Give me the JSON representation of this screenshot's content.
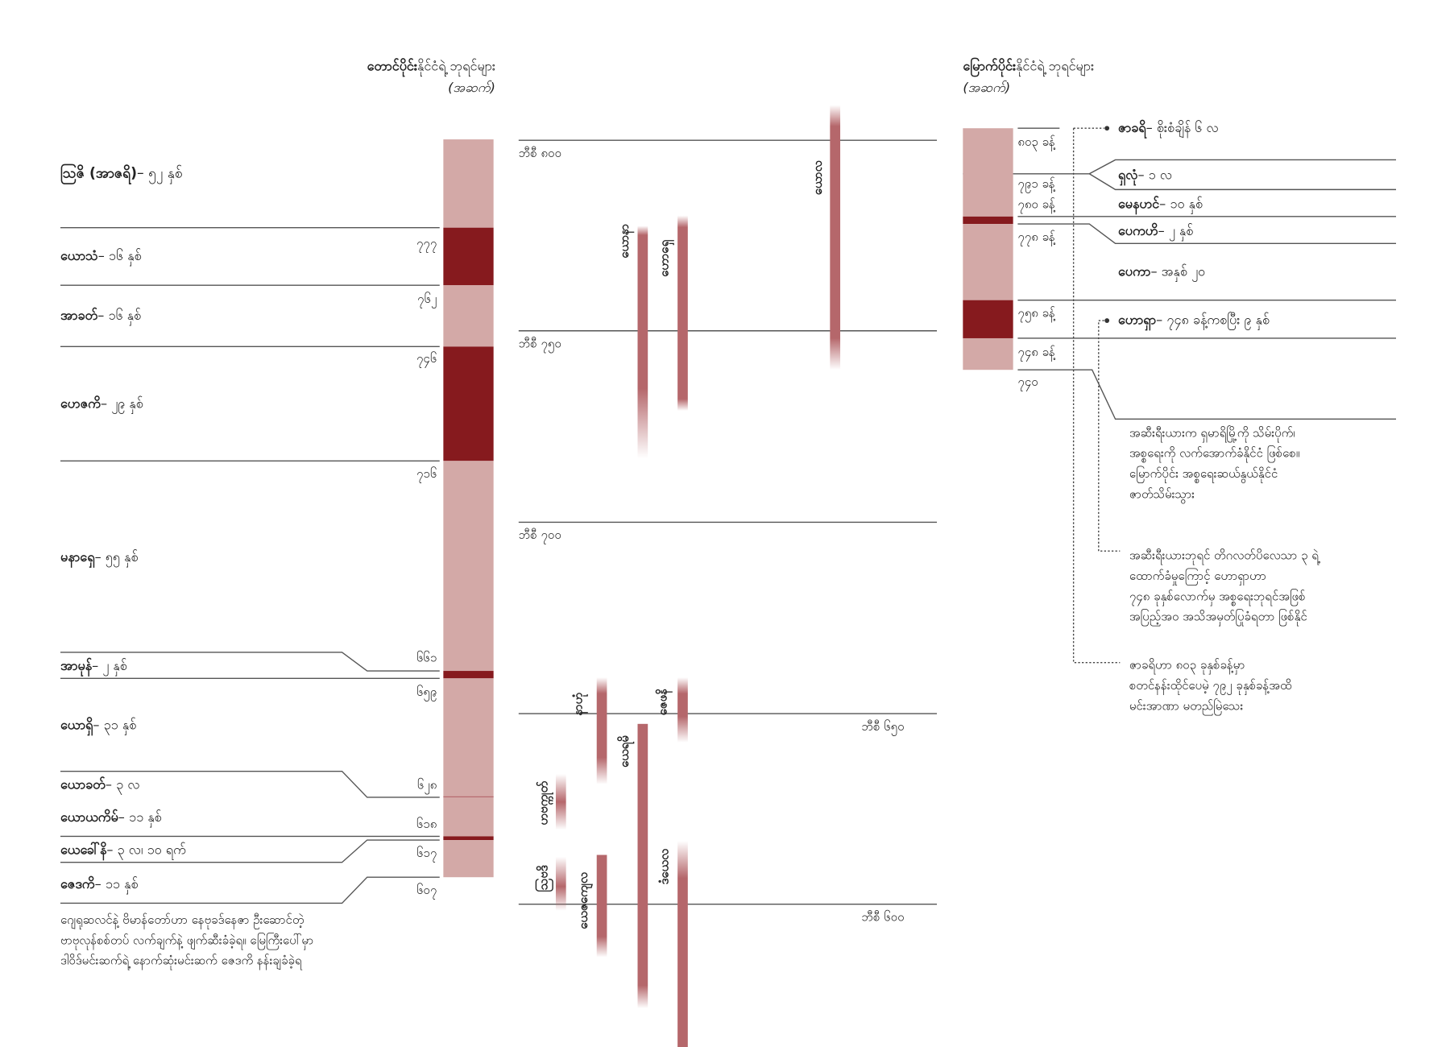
{
  "south": {
    "title_bold": "တောင်ပိုင်း",
    "title_rest": "နိုင်ငံရဲ့ ဘုရင်များ",
    "continued": "(အဆက်)",
    "kings": [
      {
        "name": "ဩဇိ (အာဇရိ)",
        "reign": "– ၅၂ နှစ်"
      },
      {
        "name": "ယောသံ",
        "reign": "– ၁၆ နှစ်"
      },
      {
        "name": "အာခတ်",
        "reign": "– ၁၆ နှစ်"
      },
      {
        "name": "ဟေဇကိ",
        "reign": "– ၂၉ နှစ်"
      },
      {
        "name": "မနာရှေ",
        "reign": "– ၅၅ နှစ်"
      },
      {
        "name": "အာမုန်",
        "reign": "– ၂ နှစ်"
      },
      {
        "name": "ယောရှိ",
        "reign": "– ၃၁ နှစ်"
      },
      {
        "name": "ယောခတ်",
        "reign": "– ၃ လ"
      },
      {
        "name": "ယောယကိမ်",
        "reign": "– ၁၁ နှစ်"
      },
      {
        "name": "ယေခေါ်နိ",
        "reign": "– ၃ လ၊ ၁၀ ရက်"
      },
      {
        "name": "ဇေဒကိ",
        "reign": "– ၁၁ နှစ်"
      }
    ],
    "years": [
      "၇၇၇",
      "၇၆၂",
      "၇၄၆",
      "၇၁၆",
      "၆၆၁",
      "၆၅၉",
      "၆၂၈",
      "၆၁၈",
      "၆၁၇",
      "၆၀၇"
    ],
    "note": [
      "ဂျေရုဆလင်နဲ့ ဗိမာန်တော်ဟာ နေဗုခဒ်နေဇာ ဦးဆောင်တဲ့",
      "ဗာဗုလုန်စစ်တပ် လက်ချက်နဲ့ ဖျက်ဆီးခံခဲ့ရ။ မြေကြီးပေါ်မှာ",
      "ဒါဝိဒ်မင်းဆက်ရဲ့ နောက်ဆုံးမင်းဆက် ဇေဒကိ နန်းချခံခဲ့ရ"
    ]
  },
  "timeline": {
    "axis": [
      "ဘီစီ ၈၀၀",
      "ဘီစီ ၇၅၀",
      "ဘီစီ ၇၀၀",
      "ဘီစီ ၆၅၀",
      "ဘီစီ ၆၀၀"
    ],
    "prophets": [
      "ယောနာ",
      "ဟောရှေ",
      "ယောလ",
      "နာဟုံ",
      "ဇေဖနိ",
      "ယေရမိ",
      "ဟဗက္ကုတ်",
      "ဩဗဒိ",
      "ယေဇကျေလ",
      "ဒံယေလ"
    ]
  },
  "north": {
    "title_bold": "မြောက်ပိုင်း",
    "title_rest": "နိုင်ငံရဲ့ ဘုရင်များ",
    "continued": "(အဆက်)",
    "years": [
      "၈၀၃ ခန့်",
      "၇၉၁ ခန့်",
      "၇၈၀ ခန့်",
      "၇၇၈ ခန့်",
      "၇၅၈ ခန့်",
      "၇၄၈ ခန့်",
      "၇၄၀"
    ],
    "kings": [
      {
        "name": "ဇာခရိ",
        "reign": "– စိုးစံချိန် ၆ လ"
      },
      {
        "name": "ရှလုံ",
        "reign": "– ၁ လ"
      },
      {
        "name": "မေနဟင်",
        "reign": "– ၁၀ နှစ်"
      },
      {
        "name": "ပေကဟိ",
        "reign": "– ၂ နှစ်"
      },
      {
        "name": "ပေကာ",
        "reign": "– အနှစ် ၂၀"
      },
      {
        "name": "ဟောရှာ",
        "reign": "– ၇၄၈ ခန့်ကစပြီး ၉ နှစ်"
      }
    ],
    "notes": [
      [
        "အဆီးရီးယားက ရှမာရိမြို့ကို သိမ်းပိုက်၊",
        "အစ္စရေးကို လက်အောက်ခံနိုင်ငံ ဖြစ်စေ။",
        "မြောက်ပိုင်း အစ္စရေးဆယ်နွယ်နိုင်ငံ",
        "ဇာတ်သိမ်းသွား"
      ],
      [
        "အဆီးရီးယားဘုရင် တိဂလတ်ပိလေသာ ၃ ရဲ့",
        "ထောက်ခံမှုကြောင့် ဟောရှာဟာ",
        "၇၄၈ ခုနှစ်လောက်မှ အစ္စရေးဘုရင်အဖြစ်",
        "အပြည့်အဝ အသိအမှတ်ပြုခံရတာ ဖြစ်နိုင်"
      ],
      [
        "ဇာခရိဟာ ၈၀၃ ခုနှစ်ခန့်မှာ",
        "စတင်နန်းထိုင်ပေမဲ့ ၇၉၂ ခုနှစ်ခန့်အထိ",
        "မင်းအာဏာ မတည်မြဲသေး"
      ]
    ]
  },
  "colors": {
    "dark": "#861a1e",
    "light": "#d3a9a7",
    "prophet": "#b5676b"
  }
}
